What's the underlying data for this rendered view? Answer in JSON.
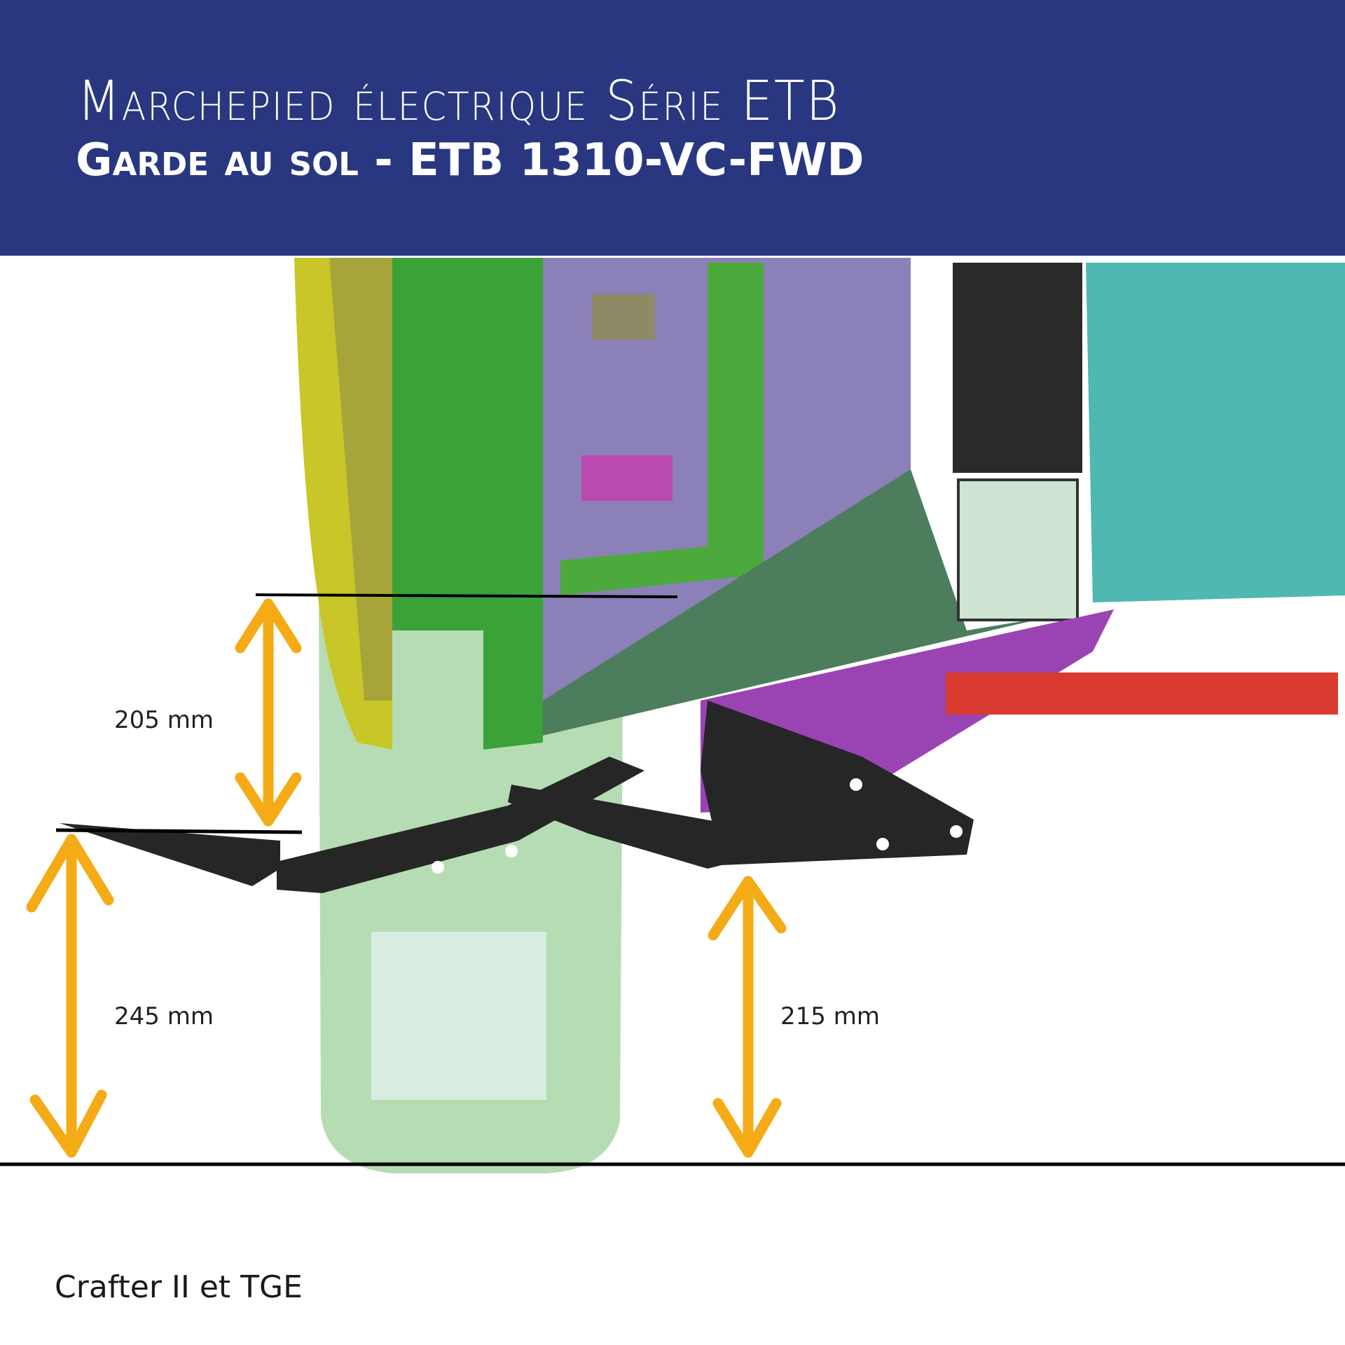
{
  "header": {
    "title": "Marchepied électrique Série ETB",
    "subtitle": "Garde au sol - ETB 1310-VC-FWD"
  },
  "dimensions": [
    {
      "label": "205 mm",
      "value_mm": 205
    },
    {
      "label": "245 mm",
      "value_mm": 245
    },
    {
      "label": "215 mm",
      "value_mm": 215
    }
  ],
  "footer": {
    "vehicle": "Crafter II et TGE"
  },
  "colors": {
    "header_bg": "#283780",
    "arrow": "#f5ab16",
    "line": "#000000"
  }
}
